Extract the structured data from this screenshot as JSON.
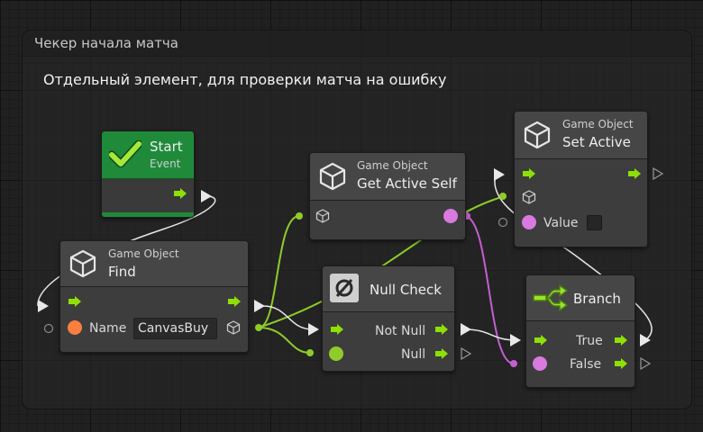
{
  "group": {
    "title": "Чекер начала матча",
    "comment": "Отдельный элемент, для проверки матча на ошибку"
  },
  "nodes": {
    "start": {
      "title": "Start",
      "subtitle": "Event",
      "icon": "check-icon"
    },
    "find": {
      "category": "Game Object",
      "title": "Find",
      "icon": "cube-icon",
      "name_label": "Name",
      "name_value": "CanvasBuy"
    },
    "get_active_self": {
      "category": "Game Object",
      "title": "Get Active Self",
      "icon": "cube-icon"
    },
    "set_active": {
      "category": "Game Object",
      "title": "Set Active",
      "icon": "cube-icon",
      "value_label": "Value",
      "value_checked": false
    },
    "null_check": {
      "title": "Null Check",
      "icon": "null-icon",
      "not_null_label": "Not Null",
      "null_label": "Null"
    },
    "branch": {
      "title": "Branch",
      "icon": "branch-icon",
      "true_label": "True",
      "false_label": "False"
    }
  },
  "colors": {
    "background": "#202020",
    "node": "#3d3d3d",
    "header": "#464646",
    "flow_arrow": "#8ee000",
    "object_wire": "#8fcc2a",
    "bool_wire": "#c45fd0",
    "string_port": "#ff7f40",
    "start_header": "#1f8a3a"
  }
}
